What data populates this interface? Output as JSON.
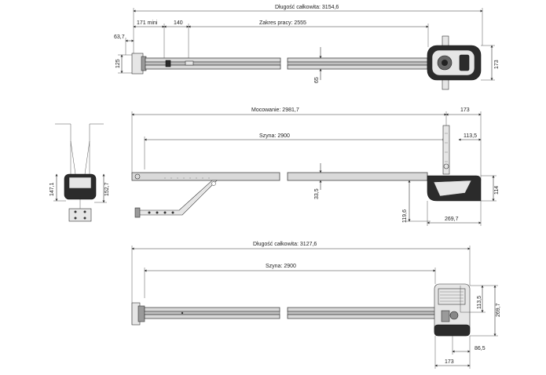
{
  "top_view": {
    "overall_length": "Długość całkowita: 3154,6",
    "min_label": "171 mini",
    "gap_label": "140",
    "travel": "Zakres pracy: 2555",
    "left_offset": "63,7",
    "height_left": "125",
    "rail_height": "65",
    "height_right": "173"
  },
  "side_view": {
    "mounting": "Mocowanie: 2981,7",
    "right_width": "173",
    "rail": "Szyna: 2900",
    "bracket_offset": "113,5",
    "rail_depth": "33,5",
    "motor_height": "114",
    "drop": "119,6",
    "motor_length": "269,7",
    "end_left": "147,1",
    "end_right": "152,7"
  },
  "bottom_view": {
    "overall_length": "Długość całkowita: 3127,6",
    "rail": "Szyna: 2900",
    "head_offset": "113,5",
    "head_height": "269,7",
    "head_inset": "86,5",
    "head_width": "173"
  }
}
